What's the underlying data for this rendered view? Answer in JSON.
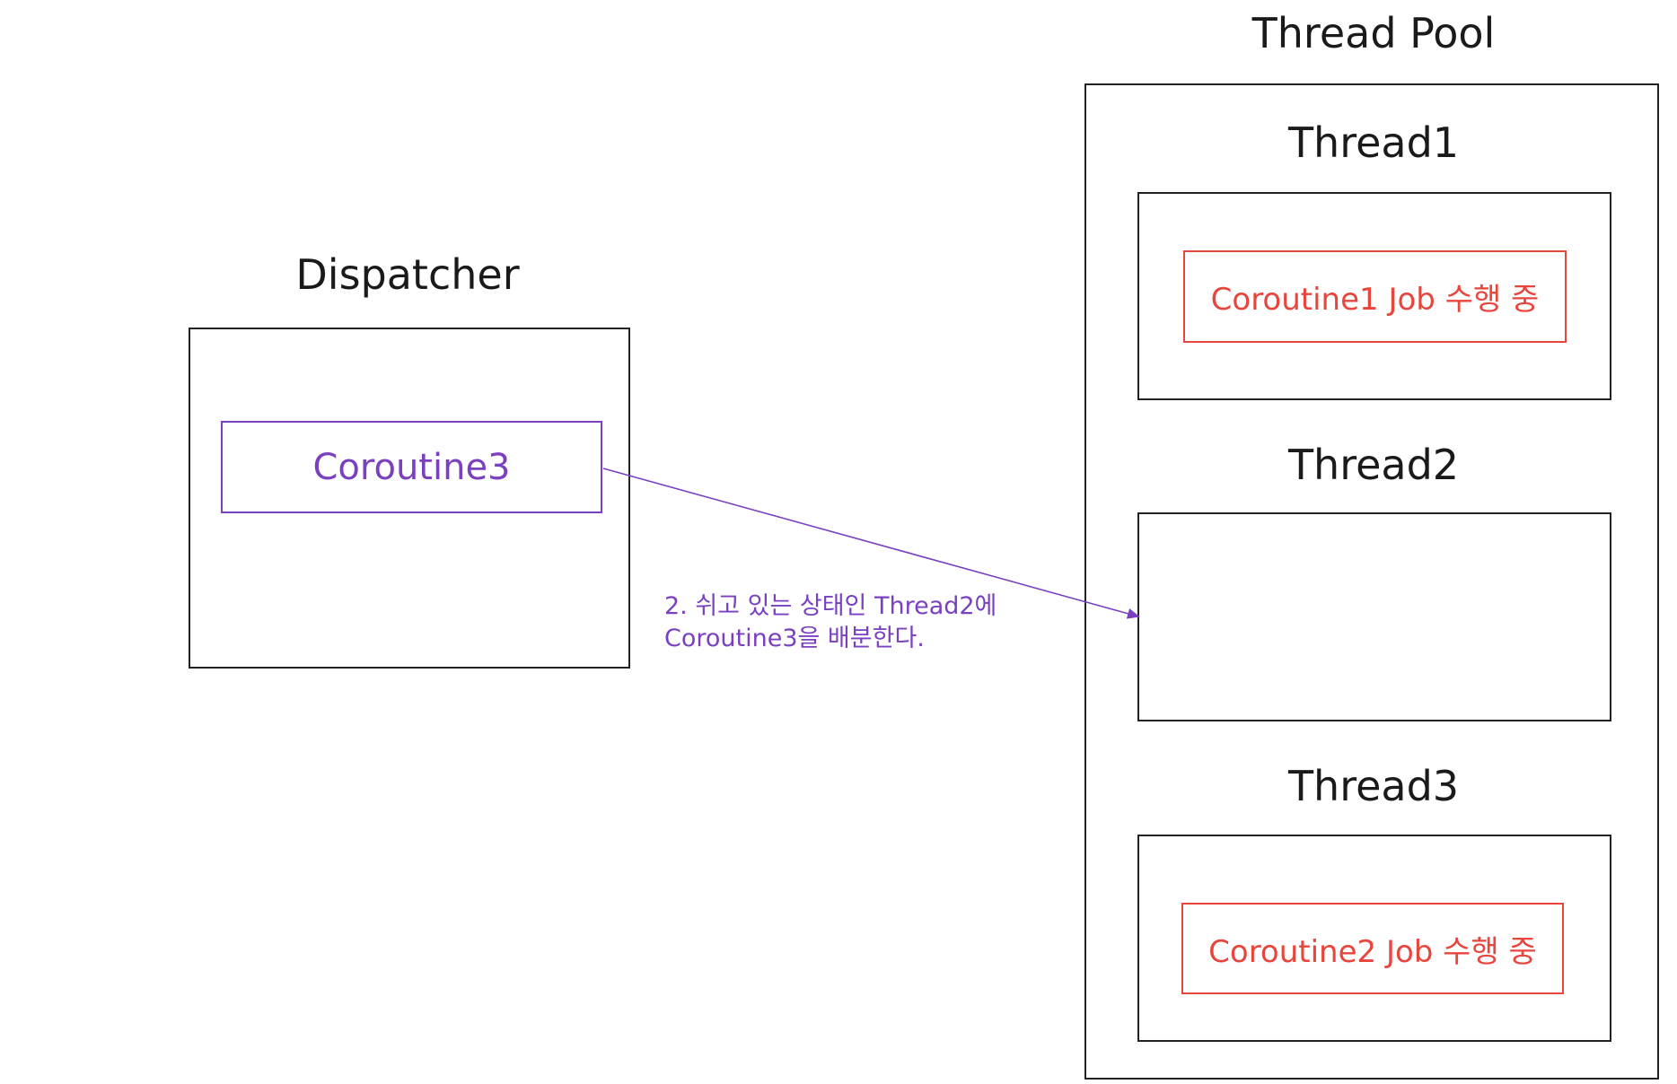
{
  "thread_pool": {
    "title": "Thread Pool",
    "threads": [
      {
        "label": "Thread1",
        "job": "Coroutine1 Job 수행 중"
      },
      {
        "label": "Thread2",
        "job": ""
      },
      {
        "label": "Thread3",
        "job": "Coroutine2 Job 수행 중"
      }
    ]
  },
  "dispatcher": {
    "title": "Dispatcher",
    "coroutine": "Coroutine3"
  },
  "annotation": {
    "line1": "2. 쉬고 있는 상태인 Thread2에",
    "line2": "Coroutine3을 배분한다."
  },
  "colors": {
    "job_border": "#e8453c",
    "coroutine_accent": "#7a40c0",
    "box_border": "#222222"
  }
}
